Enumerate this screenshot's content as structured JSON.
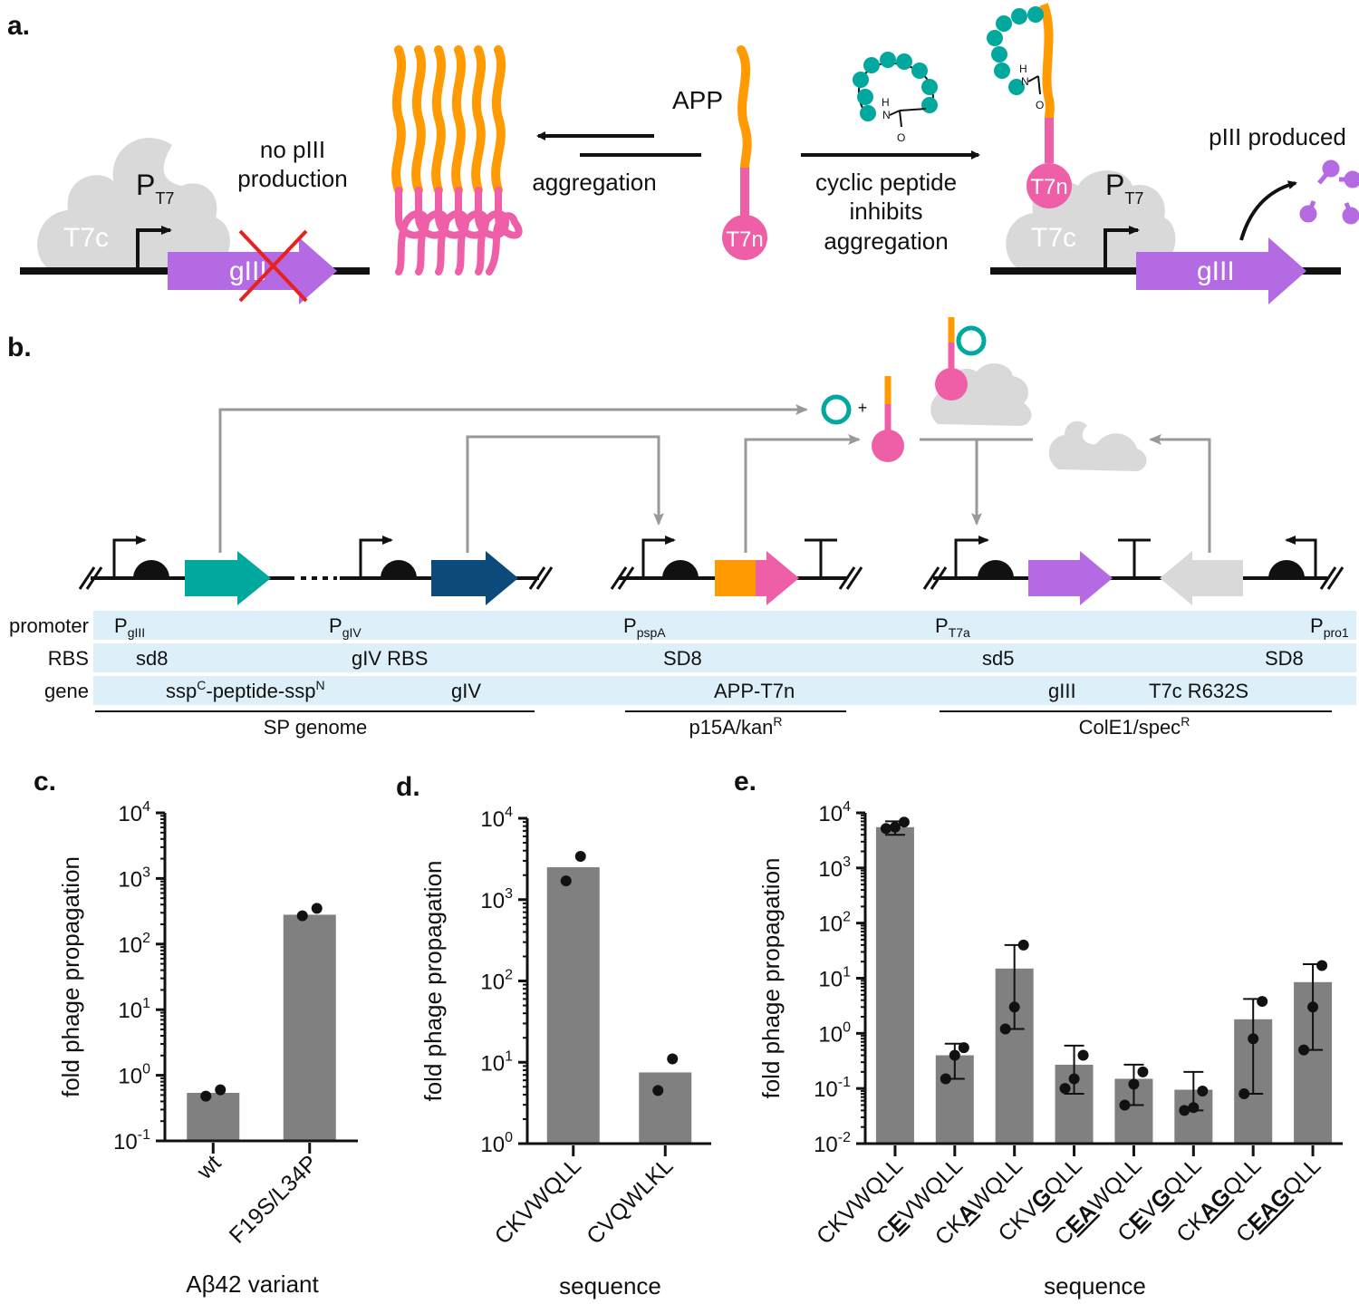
{
  "colors": {
    "orange": "#FF9A00",
    "pink": "#EE5FA7",
    "teal": "#00A89D",
    "purple": "#B36AE2",
    "navy": "#0B4A7A",
    "grey_cloud": "#D9D9D9",
    "bar_grey": "#808080",
    "table_blue": "#DDF0FA",
    "red_cross": "#E8211D",
    "arrow_grey": "#999999"
  },
  "panel_a": {
    "label": "a.",
    "no_piii_line1": "no pIII",
    "no_piii_line2": "production",
    "t7c": "T7c",
    "p": "P",
    "t7sub": "T7",
    "giii": "gIII",
    "app": "APP",
    "aggregation": "aggregation",
    "t7n": "T7n",
    "inhibit_line1": "cyclic peptide",
    "inhibit_line2": "inhibits",
    "inhibit_line3": "aggregation",
    "piii_produced": "pIII produced",
    "atom_h": "H",
    "atom_n": "N",
    "atom_o": "O"
  },
  "panel_b": {
    "label": "b.",
    "plus": "+",
    "row_labels": [
      "promoter",
      "RBS",
      "gene"
    ],
    "promoters": [
      {
        "main": "P",
        "sub": "gIII"
      },
      {
        "main": "P",
        "sub": "gIV"
      },
      {
        "main": "P",
        "sub": "pspA"
      },
      {
        "main": "P",
        "sub": "T7a"
      },
      {
        "main": "P",
        "sub": "pro1"
      }
    ],
    "rbs": [
      "sd8",
      "gIV RBS",
      "SD8",
      "sd5",
      "SD8"
    ],
    "genes": {
      "g1_a": "ssp",
      "g1_sup1": "C",
      "g1_b": "-peptide-ssp",
      "g1_sup2": "N",
      "g2": "gIV",
      "g3": "APP-T7n",
      "g4": "gIII",
      "g5": "T7c R632S"
    },
    "groups": {
      "sp": "SP genome",
      "p15a": "p15A/kan",
      "p15a_sup": "R",
      "cole1": "ColE1/spec",
      "cole1_sup": "R"
    }
  },
  "chart_data": [
    {
      "panel": "c.",
      "type": "bar",
      "yscale": "log",
      "ylabel": "fold phage propagation",
      "xlabel": "Aβ42 variant",
      "ylim": [
        0.1,
        10000
      ],
      "yticks": [
        "10",
        "10",
        "10",
        "10",
        "10",
        "10"
      ],
      "ytick_exponents": [
        "-1",
        "0",
        "1",
        "2",
        "3",
        "4"
      ],
      "categories": [
        "wt",
        "F19S/L34P"
      ],
      "values": [
        0.54,
        280
      ],
      "points": [
        [
          0.48,
          0.6
        ],
        [
          270,
          350
        ]
      ]
    },
    {
      "panel": "d.",
      "type": "bar",
      "yscale": "log",
      "ylabel": "fold phage propagation",
      "xlabel": "sequence",
      "ylim": [
        1,
        10000
      ],
      "yticks": [
        "10",
        "10",
        "10",
        "10",
        "10"
      ],
      "ytick_exponents": [
        "0",
        "1",
        "2",
        "3",
        "4"
      ],
      "categories": [
        "CKVWQLL",
        "CVQWLKL"
      ],
      "values": [
        2500,
        7.5
      ],
      "points": [
        [
          1700,
          3400
        ],
        [
          4.5,
          11
        ]
      ]
    },
    {
      "panel": "e.",
      "type": "bar",
      "yscale": "log",
      "ylabel": "fold phage propagation",
      "xlabel": "sequence",
      "ylim": [
        0.01,
        10000
      ],
      "yticks": [
        "10",
        "10",
        "10",
        "10",
        "10",
        "10",
        "10"
      ],
      "ytick_exponents": [
        "-2",
        "-1",
        "0",
        "1",
        "2",
        "3",
        "4"
      ],
      "categories": [
        "CKVWQLL",
        "CEVWQLL",
        "CKAWQLL",
        "CKVGQLL",
        "CEAWQLL",
        "CEVGQLL",
        "CKAGQLL",
        "CEAGQLL"
      ],
      "category_parts": [
        [
          [
            "CKVWQLL",
            false
          ]
        ],
        [
          [
            "C",
            false
          ],
          [
            "E",
            true
          ],
          [
            "VWQLL",
            false
          ]
        ],
        [
          [
            "CK",
            false
          ],
          [
            "A",
            true
          ],
          [
            "WQLL",
            false
          ]
        ],
        [
          [
            "CKV",
            false
          ],
          [
            "G",
            true
          ],
          [
            "QLL",
            false
          ]
        ],
        [
          [
            "C",
            false
          ],
          [
            "EA",
            true
          ],
          [
            "WQLL",
            false
          ]
        ],
        [
          [
            "C",
            false
          ],
          [
            "E",
            true
          ],
          [
            "V",
            false
          ],
          [
            "G",
            true
          ],
          [
            "QLL",
            false
          ]
        ],
        [
          [
            "CK",
            false
          ],
          [
            "AG",
            true
          ],
          [
            "QLL",
            false
          ]
        ],
        [
          [
            "C",
            false
          ],
          [
            "EAG",
            true
          ],
          [
            "QLL",
            false
          ]
        ]
      ],
      "values": [
        5500,
        0.4,
        15,
        0.27,
        0.15,
        0.095,
        1.8,
        8.5
      ],
      "error_low": [
        4000,
        0.15,
        1.2,
        0.08,
        0.05,
        0.04,
        0.08,
        0.5
      ],
      "error_high": [
        7000,
        0.65,
        40,
        0.6,
        0.27,
        0.2,
        4.2,
        18
      ],
      "points": [
        [
          5200,
          5500,
          6800
        ],
        [
          0.15,
          0.4,
          0.55
        ],
        [
          1.2,
          3,
          40
        ],
        [
          0.1,
          0.15,
          0.4
        ],
        [
          0.05,
          0.12,
          0.2
        ],
        [
          0.04,
          0.045,
          0.09
        ],
        [
          0.08,
          0.8,
          3.8
        ],
        [
          0.5,
          3,
          17
        ]
      ]
    }
  ]
}
